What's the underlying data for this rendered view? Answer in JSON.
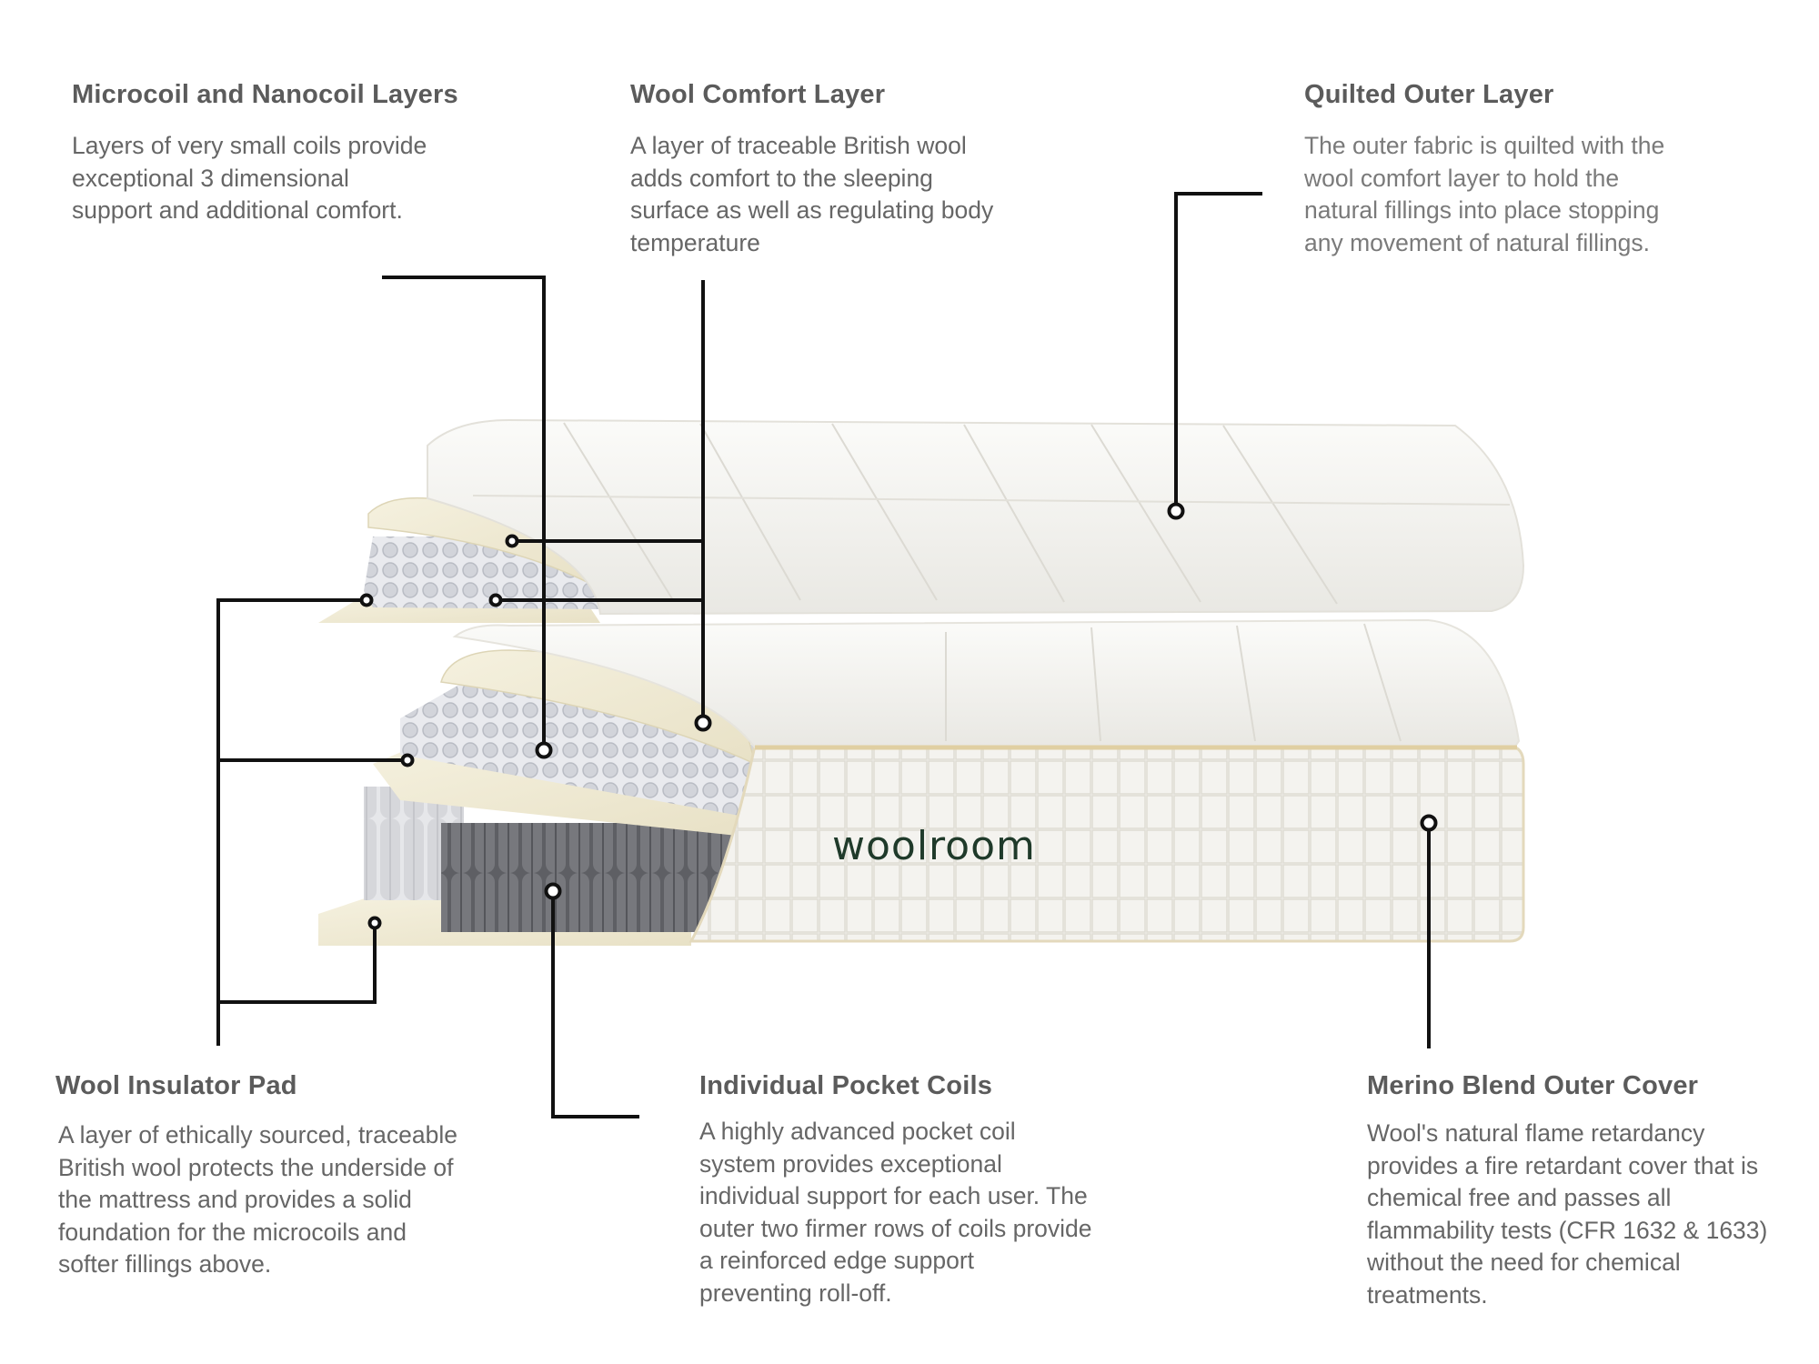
{
  "callouts": {
    "microcoil": {
      "title": "Microcoil and Nanocoil Layers",
      "body": "Layers of very small coils provide\nexceptional 3 dimensional\nsupport and additional comfort."
    },
    "wool_comfort": {
      "title": "Wool Comfort Layer",
      "body": "A layer of traceable British wool\nadds comfort to the sleeping\nsurface as well as regulating body\ntemperature"
    },
    "quilted_outer": {
      "title": "Quilted Outer Layer",
      "body": "The outer fabric is quilted with the\nwool comfort layer to hold the\nnatural fillings into place stopping\nany movement of natural fillings."
    },
    "insulator_pad": {
      "title": "Wool Insulator Pad",
      "body": "A layer of ethically sourced, traceable\nBritish wool protects the underside of\nthe mattress and provides a solid\nfoundation for the microcoils and\nsofter fillings above."
    },
    "pocket_coils": {
      "title": "Individual Pocket Coils",
      "body": "A highly advanced pocket coil\nsystem provides exceptional\nindividual support for each user. The\nouter two firmer rows of coils provide\na reinforced edge support\npreventing roll-off."
    },
    "merino_cover": {
      "title": "Merino Blend Outer Cover",
      "body": "Wool's natural flame retardancy\nprovides a fire retardant cover that is\nchemical free and passes all\nflammability tests (CFR 1632 & 1633)\nwithout the need for chemical\ntreatments."
    }
  },
  "brand": {
    "logo_text": "woolroom"
  },
  "colors": {
    "cover": "#f3f2ee",
    "wool": "#efe9d2",
    "coil_light": "#dcdde2",
    "coil_dark": "#6e6f74",
    "leader": "#111111"
  }
}
